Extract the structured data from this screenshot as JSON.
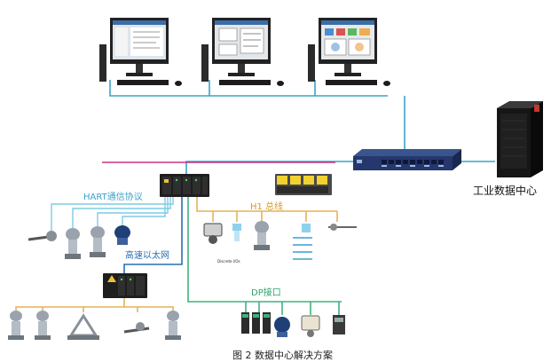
{
  "labels": {
    "data_center": "工业数据中心",
    "hart": "HART通信协议",
    "h1_bus": "H1 总线",
    "ethernet": "高速以太网",
    "dp": "DP接口",
    "discrete": "Discrete I/Os",
    "caption": "图 2 数据中心解决方案"
  },
  "colors": {
    "hart_line": "#7fcbe3",
    "h1_line": "#e5b25a",
    "dp_line": "#3fb27d",
    "eth_line": "#2a6fb0",
    "top_bus": "#c8318a",
    "network_line": "#3aa3c9",
    "switch_body": "#2a3f7a",
    "server_body": "#1a1a1a"
  },
  "icons": [
    "workstation-icon",
    "network-switch-icon",
    "server-tower-icon",
    "controller-icon",
    "io-module-icon",
    "transmitter-icon",
    "flowmeter-icon",
    "valve-icon",
    "sensor-icon"
  ]
}
